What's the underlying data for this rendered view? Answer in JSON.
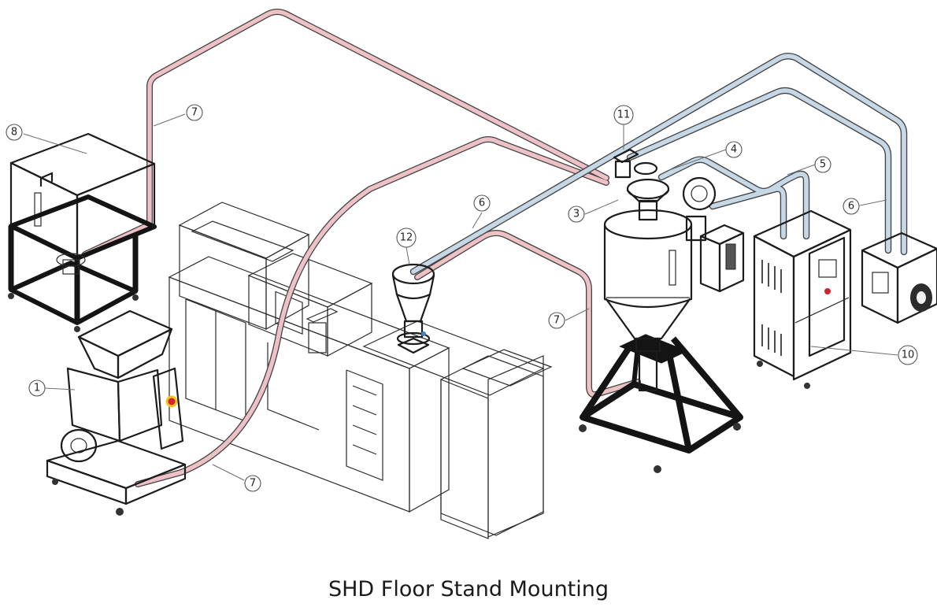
{
  "caption": "SHD Floor Stand Mounting",
  "colors": {
    "material_line": "#eec1c6",
    "air_line": "#c6d8e6",
    "outline": "#1c1c1c",
    "machine_fill": "#f3f3f3",
    "frame_dark": "#141414",
    "granulator_dark": "#3a3a3a",
    "emergency_red": "#d0262b",
    "indicator_yellow": "#f2c420"
  },
  "callouts": [
    {
      "label": "1"
    },
    {
      "label": "3"
    },
    {
      "label": "4"
    },
    {
      "label": "5"
    },
    {
      "label": "6"
    },
    {
      "label": "6"
    },
    {
      "label": "7"
    },
    {
      "label": "7"
    },
    {
      "label": "7"
    },
    {
      "label": "8"
    },
    {
      "label": "10"
    },
    {
      "label": "11"
    },
    {
      "label": "12"
    }
  ]
}
